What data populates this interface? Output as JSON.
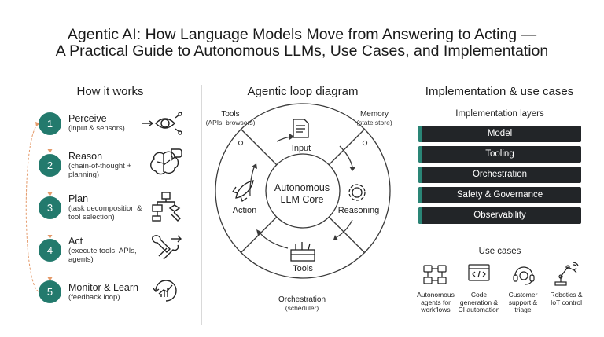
{
  "title": {
    "line1": "Agentic AI: How Language Models Move from Answering to Acting —",
    "line2": "A Practical Guide to Autonomous LLMs, Use Cases, and Implementation"
  },
  "columns": {
    "how": "How it works",
    "loop": "Agentic loop diagram",
    "impl": "Implementation & use cases"
  },
  "steps": [
    {
      "num": "1",
      "title": "Perceive",
      "sub": "(input & sensors)",
      "icon": "eye-icon"
    },
    {
      "num": "2",
      "title": "Reason",
      "sub": "(chain-of-thought + planning)",
      "icon": "brain-icon"
    },
    {
      "num": "3",
      "title": "Plan",
      "sub": "(task decomposition & tool selection)",
      "icon": "flowchart-icon"
    },
    {
      "num": "4",
      "title": "Act",
      "sub": "(execute tools, APIs, agents)",
      "icon": "tools-icon"
    },
    {
      "num": "5",
      "title": "Monitor & Learn",
      "sub": "(feedback loop)",
      "icon": "monitor-chart-icon"
    }
  ],
  "loop": {
    "core_line1": "Autonomous",
    "core_line2": "LLM Core",
    "input": "Input",
    "reasoning": "Reasoning",
    "tools": "Tools",
    "action": "Action",
    "tools_corner": "Tools",
    "tools_corner_sub": "(APIs, browsers)",
    "memory": "Memory",
    "memory_sub": "(state store)",
    "orchestration": "Orchestration",
    "orchestration_sub": "(scheduler)"
  },
  "implementation": {
    "heading": "Implementation layers",
    "layers": [
      "Model",
      "Tooling",
      "Orchestration",
      "Safety & Governance",
      "Observability"
    ],
    "accent": "#2a8576"
  },
  "use_cases": {
    "heading": "Use cases",
    "items": [
      {
        "l1": "Autonomous",
        "l2": "agents for",
        "l3": "workflows",
        "icon": "robots-icon"
      },
      {
        "l1": "Code",
        "l2": "generation &",
        "l3": "CI automation",
        "icon": "code-icon"
      },
      {
        "l1": "Customer",
        "l2": "support &",
        "l3": "triage",
        "icon": "headset-icon"
      },
      {
        "l1": "Robotics &",
        "l2": "IoT control",
        "l3": "",
        "icon": "robot-arm-icon"
      }
    ]
  },
  "colors": {
    "teal": "#237a6d",
    "dark": "#222528"
  }
}
